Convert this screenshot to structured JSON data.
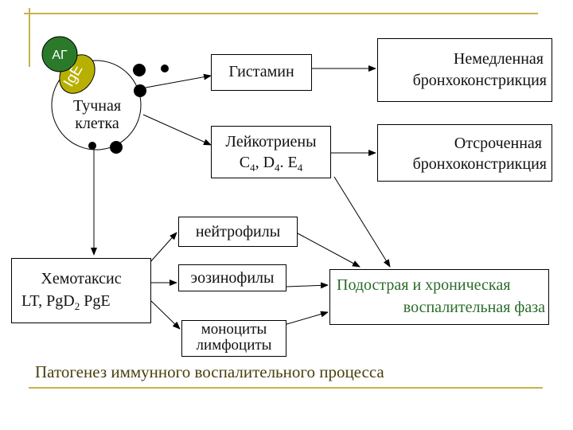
{
  "colors": {
    "frame": "#c8b24a",
    "antigen_fill": "#2a7a2a",
    "ige_fill": "#b8b000",
    "text_green": "#2a6b2a",
    "title": "#4a3f0d"
  },
  "mast_cell": {
    "antigen_label": "АГ",
    "ige_label": "IgE",
    "label_line1": "Тучная",
    "label_line2": "клетка"
  },
  "mediators": {
    "histamine": "Гистамин",
    "leukotrienes_line1": "Лейкотриены",
    "leukotrienes_line2_c": "C",
    "leukotrienes_line2_c_sub": "4",
    "leukotrienes_line2_d": ", D",
    "leukotrienes_line2_d_sub": "4",
    "leukotrienes_line2_e": ". E",
    "leukotrienes_line2_e_sub": "4"
  },
  "effects": {
    "immediate_line1": "Немедленная",
    "immediate_line2": "бронхоконстрикция",
    "delayed_line1": "Отсроченная",
    "delayed_line2": "бронхоконстрикция"
  },
  "chemotaxis": {
    "line1": "Хемотаксис",
    "line2_a": "LT,  Pg",
    "line2_b": "D",
    "line2_sub": "2",
    "line2_c": " PgE"
  },
  "cells": {
    "neutrophils": "нейтрофилы",
    "eosinophils": "эозинофилы",
    "monocytes": "моноциты",
    "lymphocytes": "лимфоциты"
  },
  "phase": {
    "line1": "Подострая и хроническая",
    "line2": "воспалительная фаза"
  },
  "title": "Патогенез иммунного воспалительного процесса"
}
